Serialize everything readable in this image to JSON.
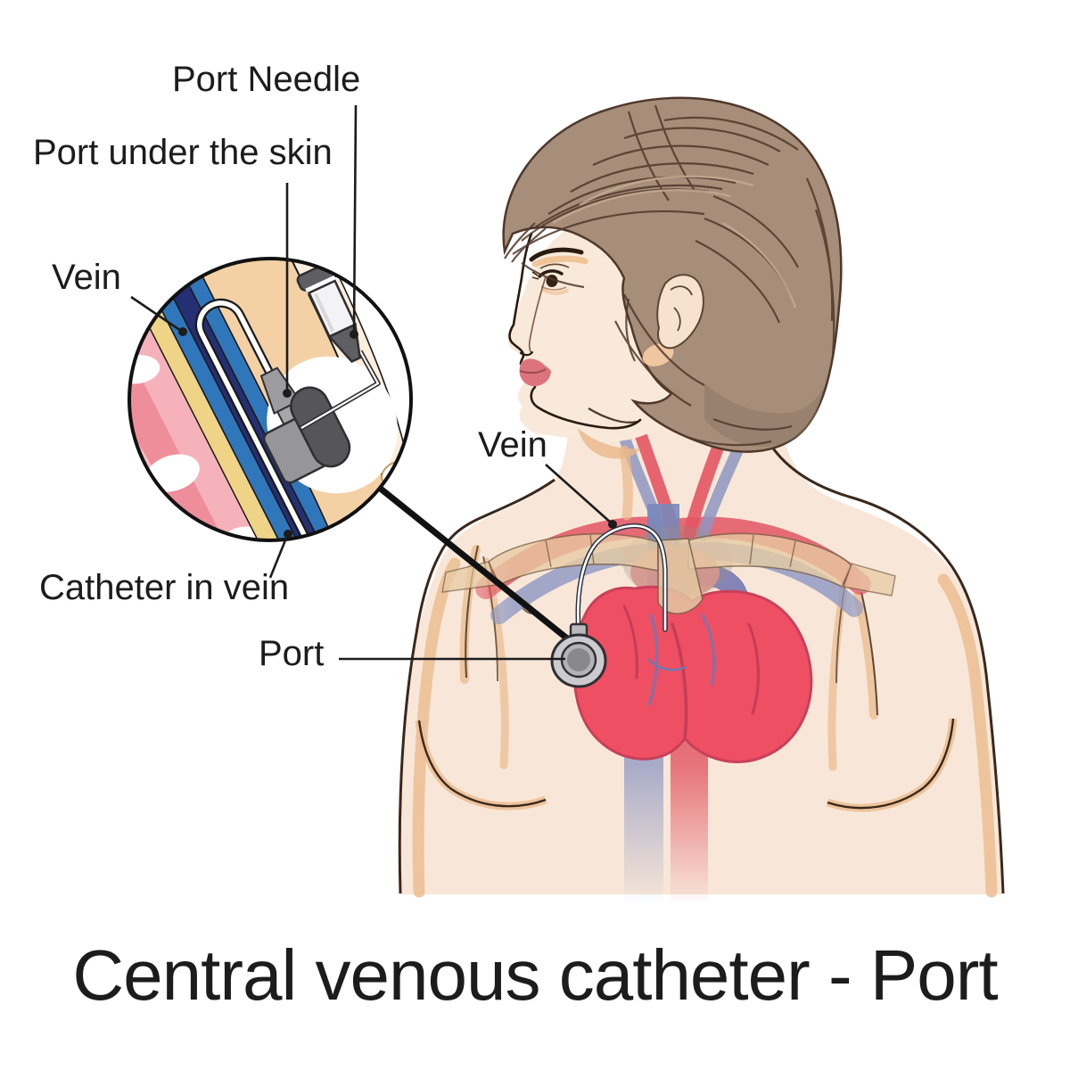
{
  "title": "Central venous catheter - Port",
  "labels": {
    "port_needle": "Port Needle",
    "port_under_skin": "Port under the skin",
    "vein_inset": "Vein",
    "catheter_in_vein": "Catheter in vein",
    "port": "Port",
    "vein_body": "Vein"
  },
  "colors": {
    "background": "#ffffff",
    "text": "#1c1c1c",
    "skin": "#f8e7d8",
    "skin_shade": "#ecc096",
    "outline_brown": "#3a281c",
    "hair": "#a68e7b",
    "hair_stroke": "#50382a",
    "heart_red": "#ee4f63",
    "vessel_red": "#e25563",
    "vessel_blue": "#8e97c3",
    "vein_navy": "#242f74",
    "vein_blue": "#3076bb",
    "muscle_pink": "#ef8e9b",
    "fat_yellow": "#efd387",
    "skin_tan": "#f3d1a5",
    "device_gray": "#96969a",
    "device_dark": "#55555a",
    "bone_tan": "#e8cba4"
  }
}
